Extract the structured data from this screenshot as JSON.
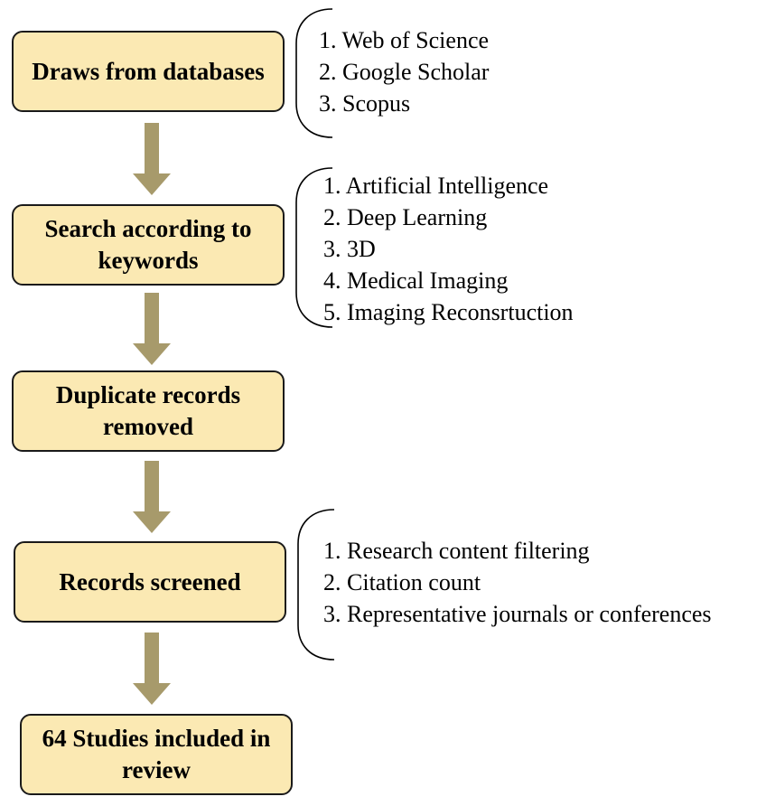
{
  "colors": {
    "box_fill": "#fbe9b3",
    "box_border": "#1a1a1a",
    "arrow": "#a79a6b"
  },
  "steps": [
    {
      "label": "Draws from databases"
    },
    {
      "label": "Search according to\nkeywords"
    },
    {
      "label": "Duplicate records\nremoved"
    },
    {
      "label": "Records screened"
    },
    {
      "label": "64 Studies included in\nreview"
    }
  ],
  "notes": {
    "databases": [
      "1. Web of Science",
      "2. Google Scholar",
      "3. Scopus"
    ],
    "keywords": [
      "1. Artificial Intelligence",
      "2. Deep Learning",
      "3. 3D",
      "4. Medical Imaging",
      "5. Imaging Reconsrtuction"
    ],
    "screening": [
      "1. Research content filtering",
      "2. Citation count",
      "3. Representative journals or conferences"
    ]
  }
}
